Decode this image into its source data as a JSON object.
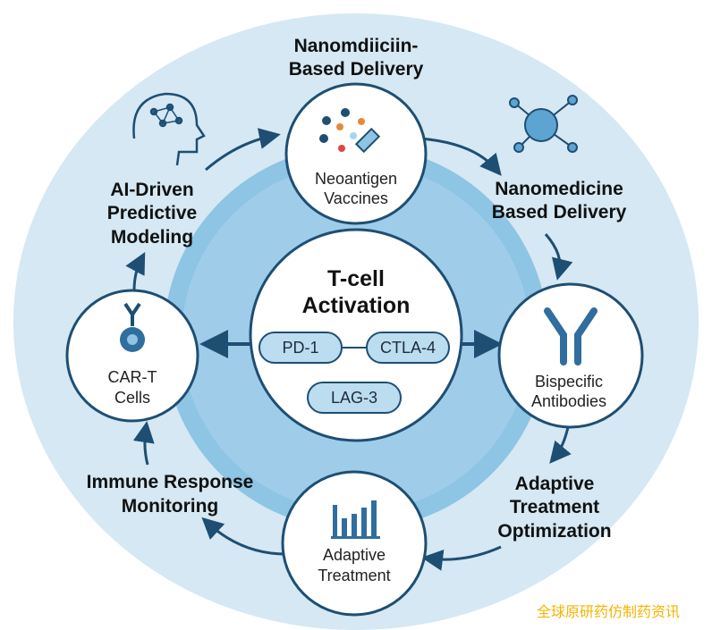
{
  "labels": {
    "top": [
      "Nanomdiiciin-",
      "Based Delivery"
    ],
    "top_right": [
      "Nanomedicine",
      "Based Delivery"
    ],
    "left": [
      "AI-Driven",
      "Predictive",
      "Modeling"
    ],
    "bottom_right": [
      "Adaptive",
      "Treatment",
      "Optimization"
    ],
    "bottom_left": [
      "Immune Response",
      "Monitoring"
    ]
  },
  "center": {
    "title": [
      "T-cell",
      "Activation"
    ],
    "pills": [
      "PD-1",
      "CTLA-4",
      "LAG-3"
    ]
  },
  "nodes": {
    "top": [
      "Neoantigen",
      "Vaccines"
    ],
    "left": [
      "CAR-T",
      "Cells"
    ],
    "right": [
      "Bispecific",
      "Antibodies"
    ],
    "bottom": [
      "Adaptive",
      "Treatment"
    ]
  },
  "watermark": "全球原研药仿制药资讯",
  "colors": {
    "outer": "#d5e8f3",
    "ring": "#8ec4e4",
    "stroke": "#1e4e72",
    "accent": "#2f6e9e"
  }
}
